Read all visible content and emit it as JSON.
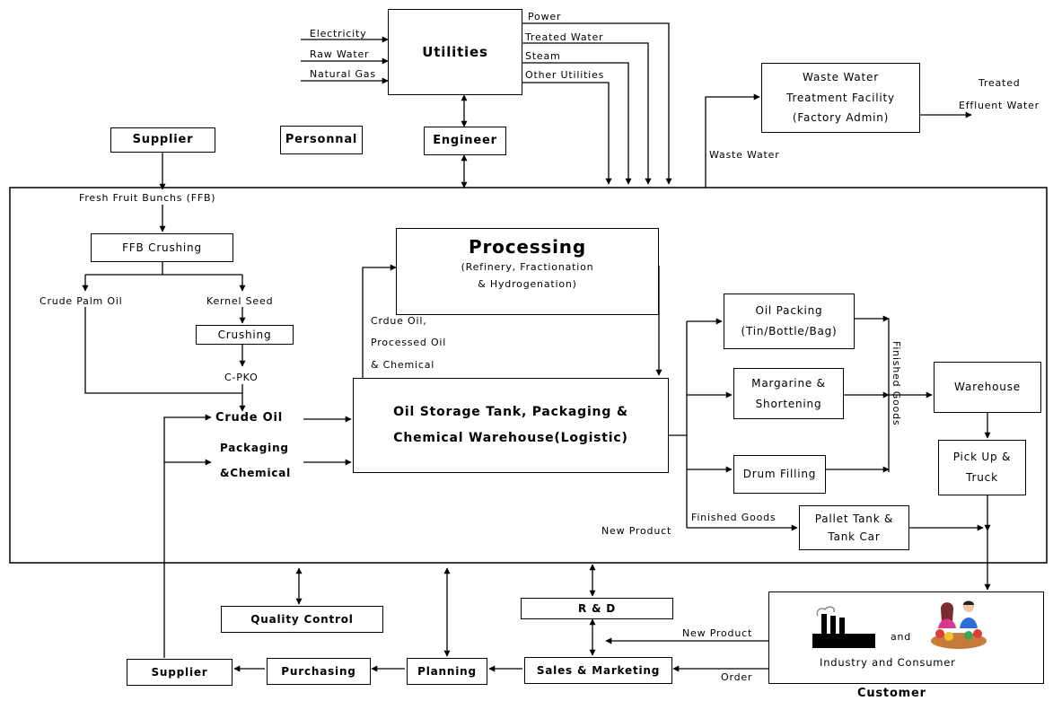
{
  "utilities": {
    "title": "Utilities",
    "inputs": [
      "Electricity",
      "Raw Water",
      "Natural Gas"
    ],
    "outputs": [
      "Power",
      "Treated Water",
      "Steam",
      "Other Utilities"
    ]
  },
  "engineer": "Engineer",
  "personnel": "Personnal",
  "supplier_top": "Supplier",
  "waste": {
    "line1": "Waste Water",
    "line2": "Treatment Facility",
    "line3": "(Factory Admin)",
    "input_label": "Waste Water",
    "output_line1": "Treated",
    "output_line2": "Effluent Water"
  },
  "ffb": {
    "label": "Fresh Fruit Bunchs (FFB)",
    "crushing": "FFB Crushing",
    "crude_palm_oil": "Crude Palm Oil",
    "kernel_seed": "Kernel Seed",
    "kernel_crushing": "Crushing",
    "cpko": "C-PKO"
  },
  "processing": {
    "title": "Processing",
    "line1": "(Refinery, Fractionation",
    "line2": "& Hydrogenation)"
  },
  "crude_oil_note": [
    "Crdue Oil,",
    "Processed Oil",
    "& Chemical"
  ],
  "storage": {
    "line1": "Oil Storage Tank, Packaging &",
    "line2": "Chemical Warehouse(Logistic)"
  },
  "inputs_left": {
    "crude_oil": "Crude Oil",
    "packaging_line1": "Packaging",
    "packaging_line2": "&Chemical"
  },
  "products": {
    "oil_packing_1": "Oil Packing",
    "oil_packing_2": "(Tin/Bottle/Bag)",
    "margarine_1": "Margarine &",
    "margarine_2": "Shortening",
    "drum": "Drum Filling",
    "pallet_1": "Pallet Tank &",
    "pallet_2": "Tank Car",
    "finished_goods_vertical": "Finished Goods",
    "finished_goods": "Finished Goods",
    "new_product": "New Product"
  },
  "warehouse": "Warehouse",
  "pickup": {
    "line1": "Pick Up &",
    "line2": "Truck"
  },
  "bottom": {
    "quality_control": "Quality Control",
    "rd": "R & D",
    "supplier": "Supplier",
    "purchasing": "Purchasing",
    "planning": "Planning",
    "sales": "Sales & Marketing",
    "new_product": "New Product",
    "order": "Order"
  },
  "customer": {
    "and": "and",
    "caption": "Industry and Consumer",
    "title": "Customer"
  }
}
